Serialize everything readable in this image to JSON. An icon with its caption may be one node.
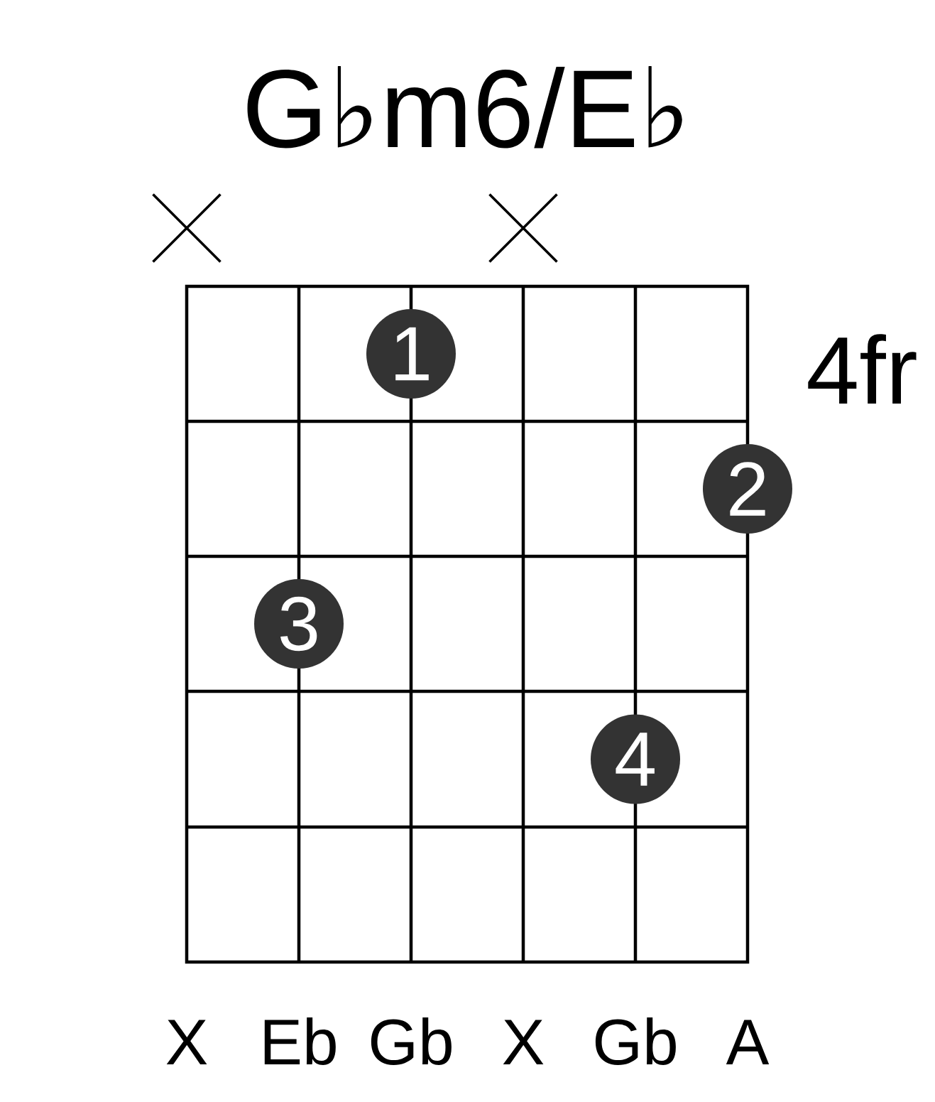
{
  "diagram": {
    "title": "G♭m6/E♭",
    "nodes": [
      {
        "text": [
          "1"
        ]
      },
      {
        "text": [
          "2"
        ]
      },
      {
        "text": [
          "3"
        ]
      },
      {
        "text": [
          "4"
        ]
      }
    ],
    "labels": [
      "4fr",
      "X",
      "Eb",
      "Gb",
      "X",
      "Gb",
      "A"
    ]
  }
}
